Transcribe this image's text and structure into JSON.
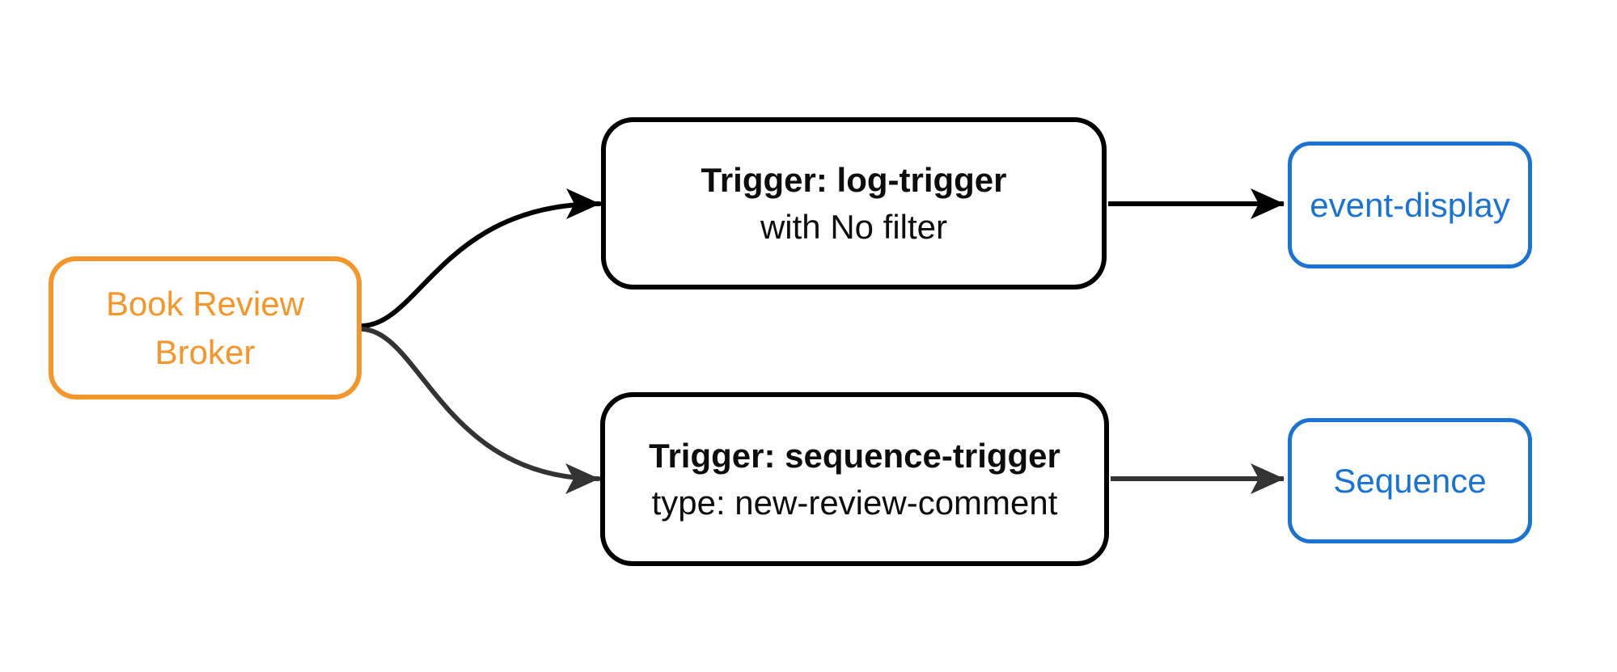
{
  "diagram": {
    "type": "flowchart-lr",
    "background": "#ffffff"
  },
  "colors": {
    "broker_orange": "#F5962B",
    "sink_blue": "#1A73D2",
    "trigger_border": "#000000",
    "edge_black": "#000000",
    "edge_gray": "#333333"
  },
  "nodes": {
    "broker": {
      "label": "Book Review Broker"
    },
    "log_trigger": {
      "title": "Trigger: log-trigger",
      "subtitle": "with No filter"
    },
    "sequence_trigger": {
      "title": "Trigger: sequence-trigger",
      "subtitle": "type: new-review-comment"
    },
    "event_display": {
      "label": "event-display"
    },
    "sequence": {
      "label": "Sequence"
    }
  },
  "edges": [
    {
      "from": "broker",
      "to": "log_trigger",
      "style": "curved",
      "color": "#000000"
    },
    {
      "from": "broker",
      "to": "sequence_trigger",
      "style": "curved",
      "color": "#333333"
    },
    {
      "from": "log_trigger",
      "to": "event_display",
      "style": "straight",
      "color": "#000000"
    },
    {
      "from": "sequence_trigger",
      "to": "sequence",
      "style": "straight",
      "color": "#333333"
    }
  ]
}
